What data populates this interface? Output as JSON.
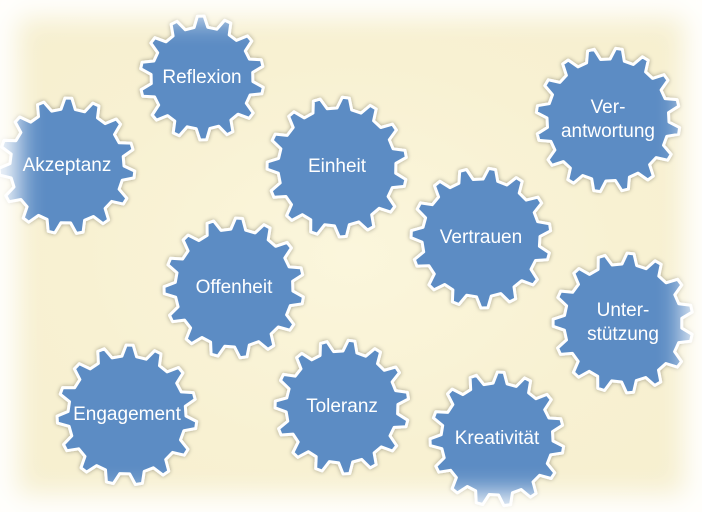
{
  "colors": {
    "gear_fill": "#5b8cc4",
    "gear_stroke": "#ffffff",
    "background": "#f8f1d2",
    "label": "#ffffff"
  },
  "gears": [
    {
      "id": "reflexion",
      "lines": [
        "Reflexion"
      ]
    },
    {
      "id": "akzeptanz",
      "lines": [
        "Akzeptanz"
      ]
    },
    {
      "id": "einheit",
      "lines": [
        "Einheit"
      ]
    },
    {
      "id": "verantwortung",
      "lines": [
        "Ver-",
        "antwortung"
      ]
    },
    {
      "id": "vertrauen",
      "lines": [
        "Vertrauen"
      ]
    },
    {
      "id": "offenheit",
      "lines": [
        "Offenheit"
      ]
    },
    {
      "id": "unterstuetzung",
      "lines": [
        "Unter-",
        "stützung"
      ]
    },
    {
      "id": "engagement",
      "lines": [
        "Engagement"
      ]
    },
    {
      "id": "toleranz",
      "lines": [
        "Toleranz"
      ]
    },
    {
      "id": "kreativitaet",
      "lines": [
        "Kreativität"
      ]
    }
  ]
}
